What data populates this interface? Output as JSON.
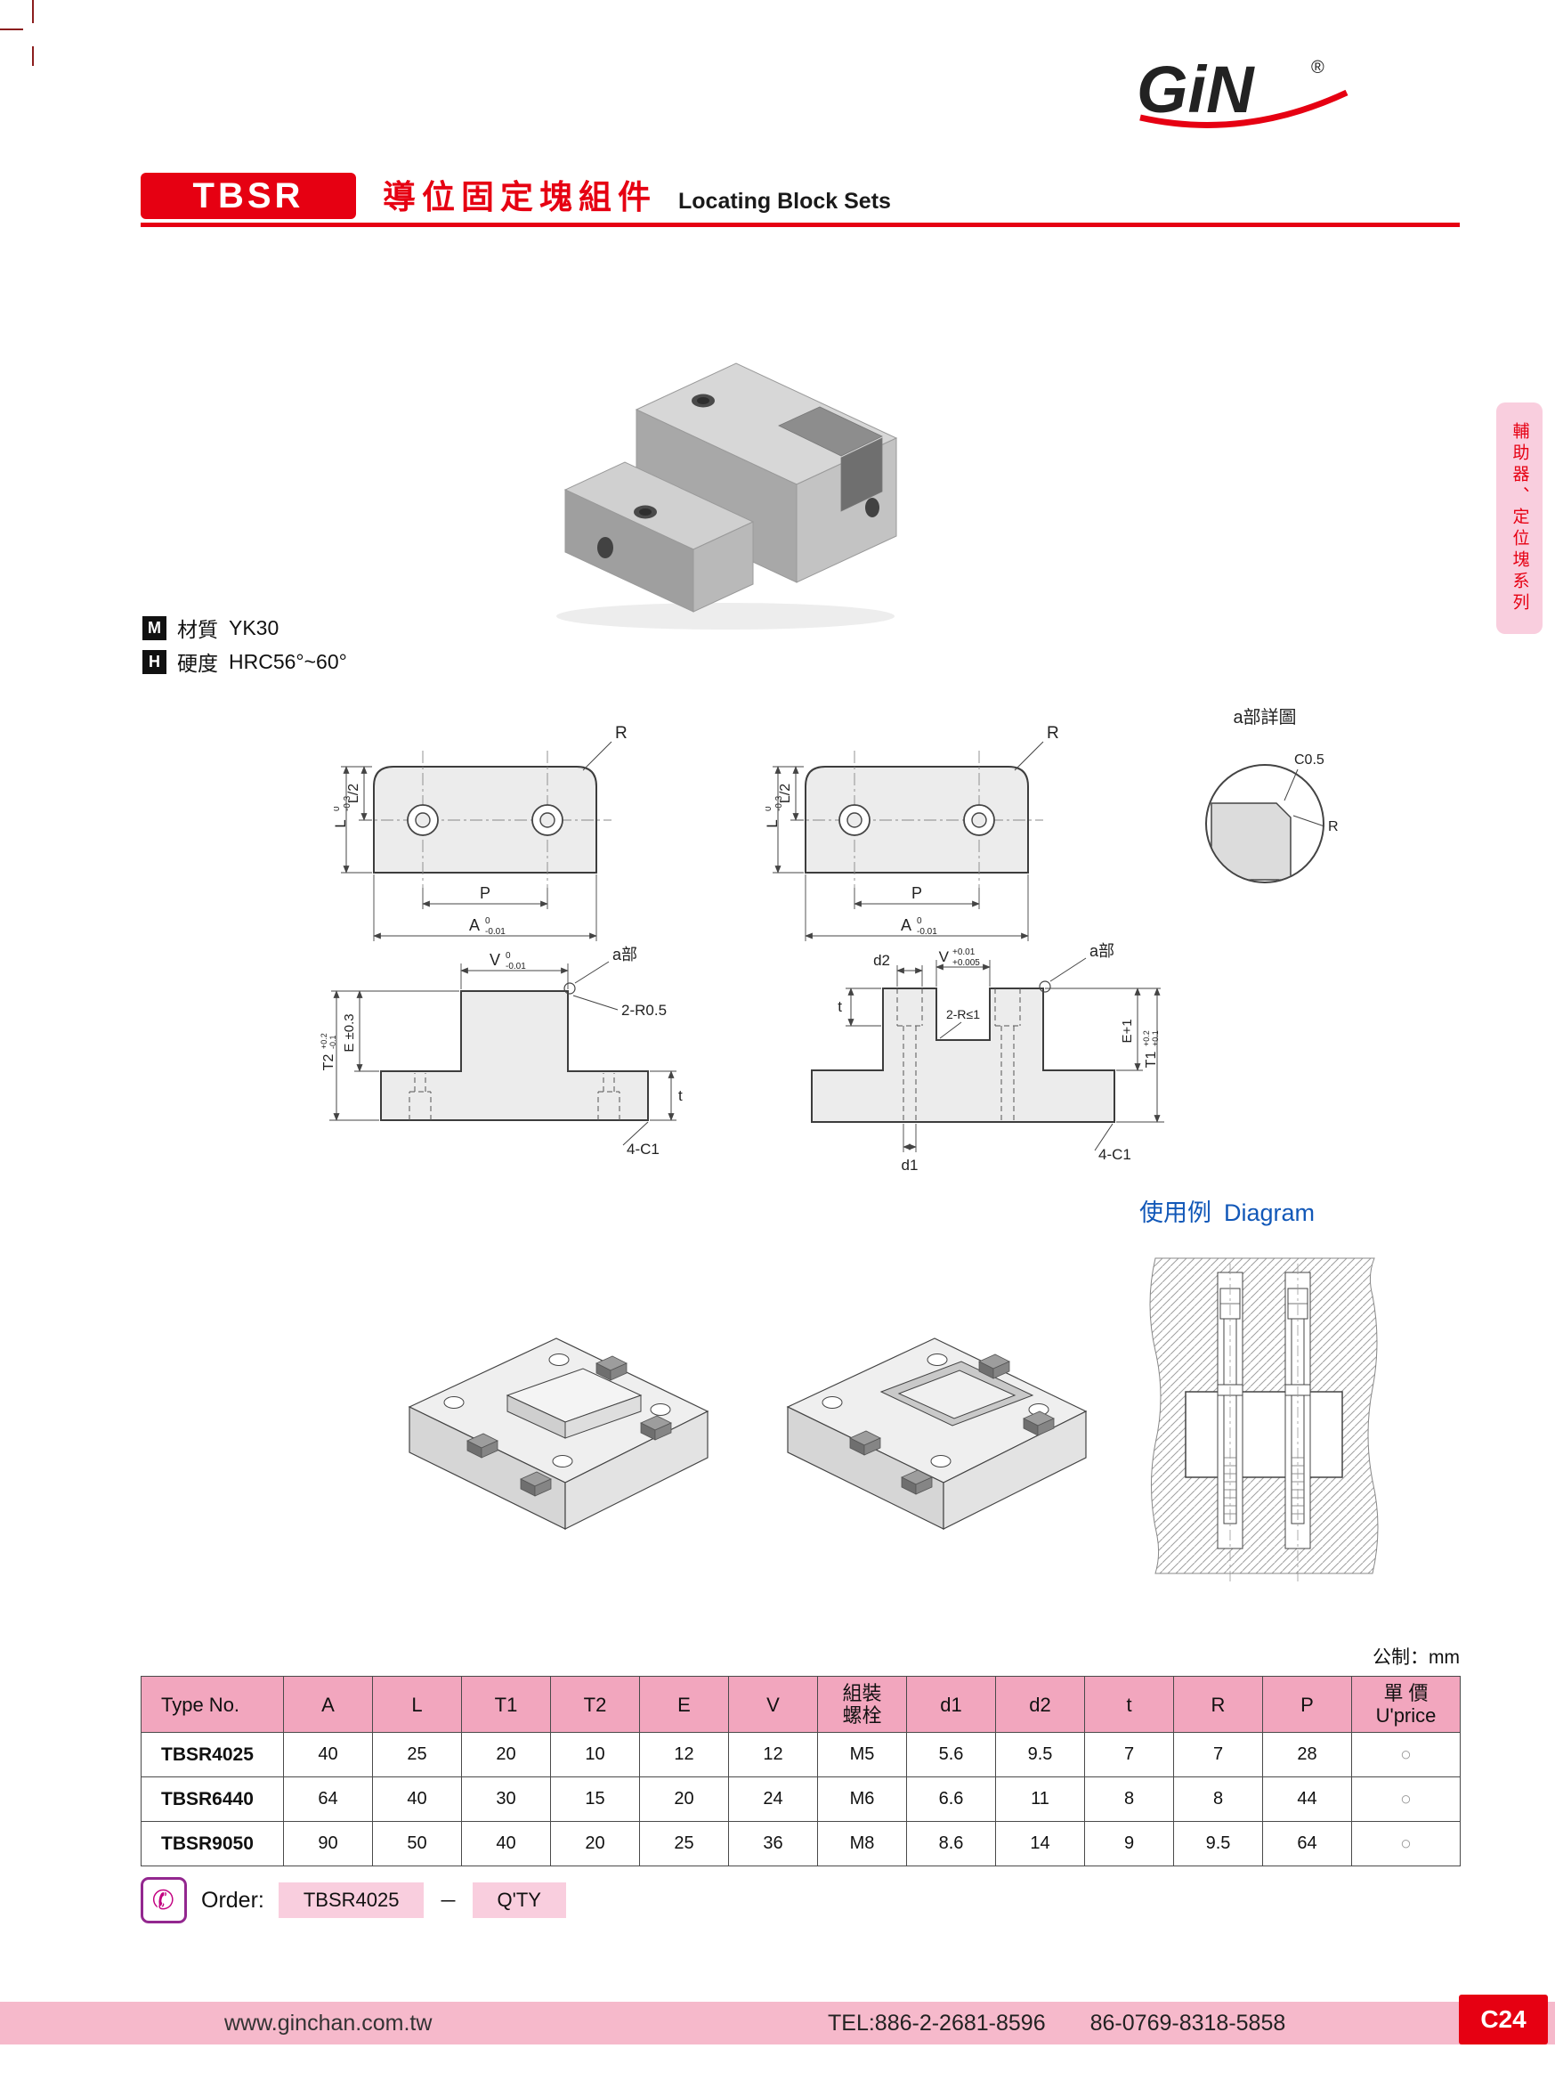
{
  "header": {
    "logo": "GiN",
    "logo_reg": "®",
    "series": "TBSR",
    "title_zh": "導位固定塊組件",
    "title_en": "Locating Block Sets"
  },
  "side_tab": "輔助器、定位塊系列",
  "specs": {
    "material_badge": "M",
    "material_label": "材質",
    "material_value": "YK30",
    "hardness_badge": "H",
    "hardness_label": "硬度",
    "hardness_value": "HRC56°~60°"
  },
  "drawing": {
    "r": "R",
    "l2": "L/2",
    "l": "L",
    "l_tol_top": "0",
    "l_tol_bot": "-0.3",
    "p": "P",
    "a_dim": "A",
    "a_tol_top": "0",
    "a_tol_bot": "-0.01",
    "v1": "V",
    "v1_tol_top": "0",
    "v1_tol_bot": "-0.01",
    "a_part": "a部",
    "r05": "2-R0.5",
    "e_dim": "E ±0.3",
    "t2": "T2",
    "t2_tol_top": "+0.2",
    "t2_tol_bot": "-0.1",
    "t": "t",
    "c1": "4-C1",
    "d2": "d2",
    "v2": "V",
    "v2_tol_top": "+0.01",
    "v2_tol_bot": "+0.005",
    "r_le1": "2-R≤1",
    "e1": "E+1",
    "t1": "T1",
    "t1_tol_top": "+0.2",
    "t1_tol_bot": "+0.1",
    "d1": "d1",
    "detail_title": "a部詳圖",
    "c05": "C0.5"
  },
  "usage_label": {
    "zh": "使用例",
    "en": "Diagram"
  },
  "unit_note": "公制：mm",
  "table": {
    "headers": {
      "type_no": "Type No.",
      "cols": [
        "A",
        "L",
        "T1",
        "T2",
        "E",
        "V"
      ],
      "bolt_l1": "組裝",
      "bolt_l2": "螺栓",
      "cols2": [
        "d1",
        "d2",
        "t",
        "R",
        "P"
      ],
      "price_l1": "單 價",
      "price_l2": "U'price"
    },
    "rows": [
      {
        "type": "TBSR4025",
        "values": [
          "40",
          "25",
          "20",
          "10",
          "12",
          "12",
          "M5",
          "5.6",
          "9.5",
          "7",
          "7",
          "28"
        ],
        "price": "○"
      },
      {
        "type": "TBSR6440",
        "values": [
          "64",
          "40",
          "30",
          "15",
          "20",
          "24",
          "M6",
          "6.6",
          "11",
          "8",
          "8",
          "44"
        ],
        "price": "○"
      },
      {
        "type": "TBSR9050",
        "values": [
          "90",
          "50",
          "40",
          "20",
          "25",
          "36",
          "M8",
          "8.6",
          "14",
          "9",
          "9.5",
          "64"
        ],
        "price": "○"
      }
    ]
  },
  "order": {
    "label": "Order:",
    "code": "TBSR4025",
    "dash": "－",
    "qty": "Q'TY"
  },
  "footer": {
    "website": "www.ginchan.com.tw",
    "tel1": "TEL:886-2-2681-8596",
    "tel2": "86-0769-8318-5858",
    "page": "C24"
  }
}
